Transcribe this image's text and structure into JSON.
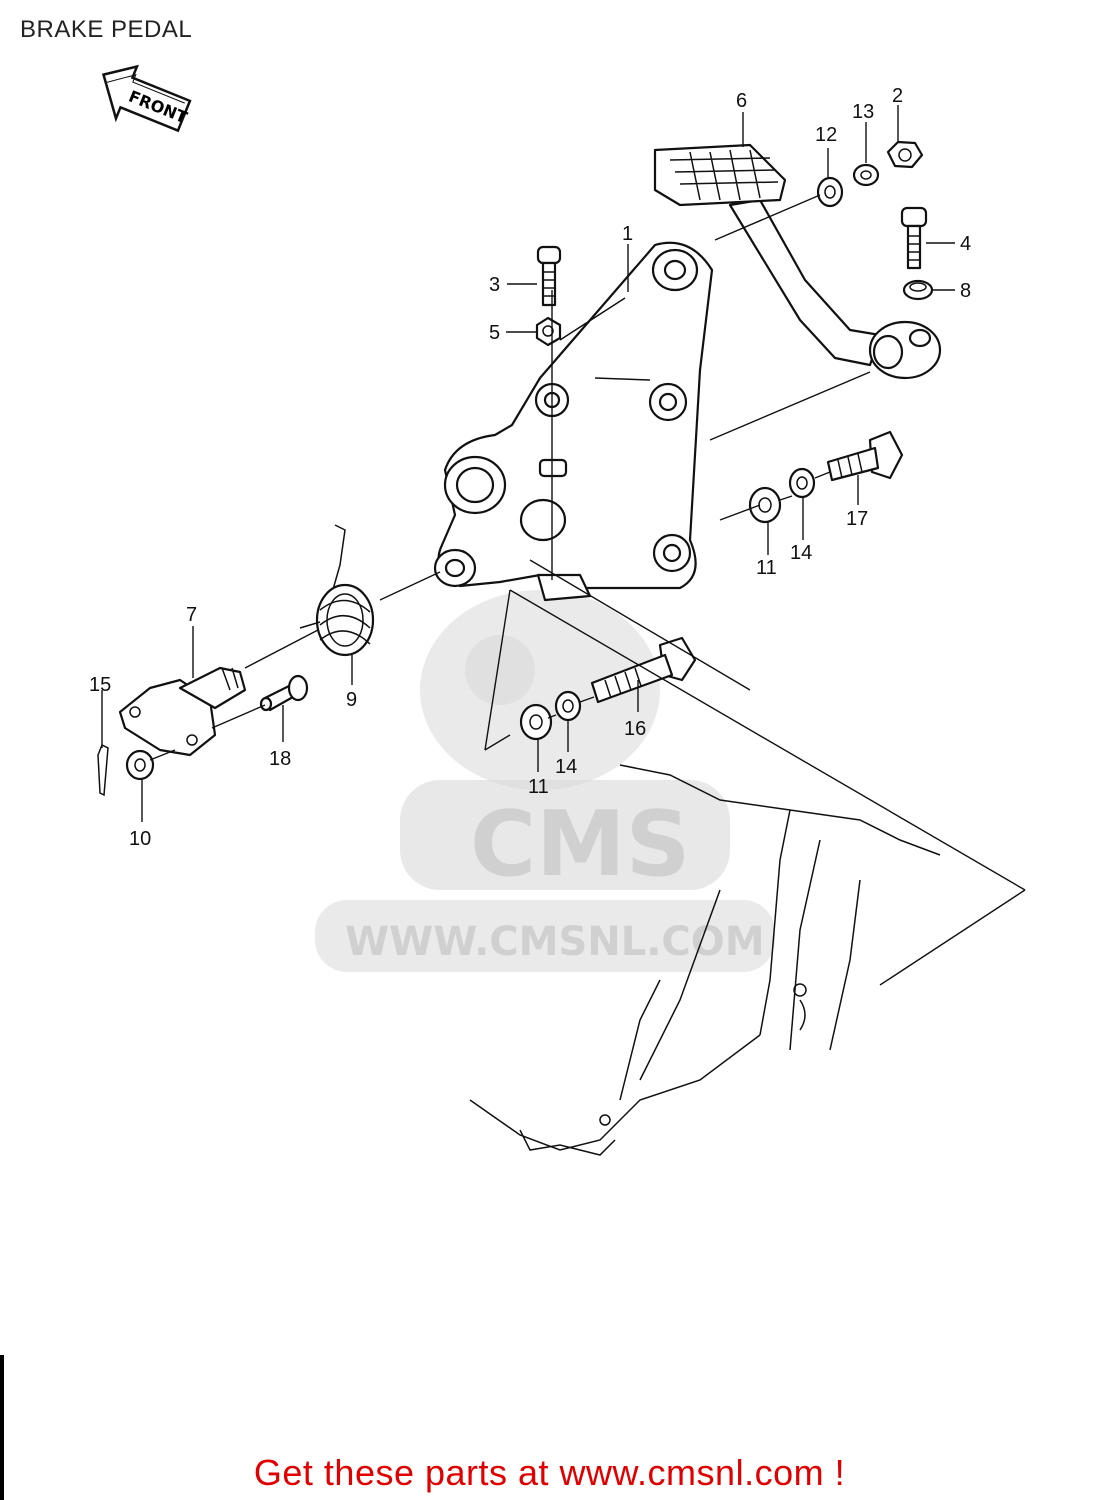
{
  "title": "BRAKE PEDAL",
  "front_arrow": {
    "label": "FRONT",
    "icon": "front-arrow-icon"
  },
  "callouts": [
    {
      "id": "1",
      "label": "1"
    },
    {
      "id": "2",
      "label": "2"
    },
    {
      "id": "3",
      "label": "3"
    },
    {
      "id": "4",
      "label": "4"
    },
    {
      "id": "5",
      "label": "5"
    },
    {
      "id": "6",
      "label": "6"
    },
    {
      "id": "7",
      "label": "7"
    },
    {
      "id": "8",
      "label": "8"
    },
    {
      "id": "9",
      "label": "9"
    },
    {
      "id": "10",
      "label": "10"
    },
    {
      "id": "11a",
      "label": "11"
    },
    {
      "id": "11b",
      "label": "11"
    },
    {
      "id": "12",
      "label": "12"
    },
    {
      "id": "13",
      "label": "13"
    },
    {
      "id": "14a",
      "label": "14"
    },
    {
      "id": "14b",
      "label": "14"
    },
    {
      "id": "15",
      "label": "15"
    },
    {
      "id": "16",
      "label": "16"
    },
    {
      "id": "17",
      "label": "17"
    },
    {
      "id": "18",
      "label": "18"
    }
  ],
  "watermark": {
    "logo_text": "CMS",
    "url_text": "WWW.CMSNL.COM"
  },
  "footer": {
    "text": "Get these parts at www.cmsnl.com !",
    "color": "#e00000"
  }
}
